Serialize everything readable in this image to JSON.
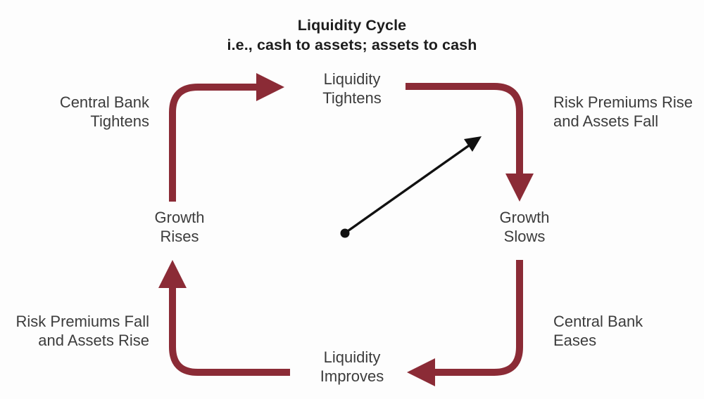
{
  "title": {
    "line1": "Liquidity Cycle",
    "line2": "i.e., cash to assets; assets to cash"
  },
  "colors": {
    "arrow_red": "#8B2B36",
    "text_gray": "#3c3c3c",
    "title_black": "#1d1d1d",
    "diagonal_black": "#111111",
    "background": "#fdfdfd"
  },
  "diagram": {
    "type": "cycle-diagram",
    "nodes": [
      {
        "id": "liquidity-tightens",
        "label": "Liquidity\nTightens",
        "position": "top-center"
      },
      {
        "id": "growth-slows",
        "label": "Growth\nSlows",
        "position": "right-middle"
      },
      {
        "id": "liquidity-improves",
        "label": "Liquidity\nImproves",
        "position": "bottom-center"
      },
      {
        "id": "growth-rises",
        "label": "Growth\nRises",
        "position": "left-middle"
      }
    ],
    "edge_labels": [
      {
        "id": "central-bank-tightens",
        "label": "Central Bank\nTightens",
        "position": "top-left",
        "align": "right"
      },
      {
        "id": "risk-premiums-rise",
        "label": "Risk Premiums Rise\nand Assets Fall",
        "position": "top-right",
        "align": "left"
      },
      {
        "id": "central-bank-eases",
        "label": "Central Bank\nEases",
        "position": "bottom-right",
        "align": "left"
      },
      {
        "id": "risk-premiums-fall",
        "label": "Risk Premiums Fall\nand Assets Rise",
        "position": "bottom-left",
        "align": "right"
      }
    ],
    "arrows": [
      {
        "id": "arrow-growth-rises-to-liquidity-tightens",
        "from": "growth-rises",
        "to": "liquidity-tightens",
        "direction": "right",
        "color": "#8B2B36"
      },
      {
        "id": "arrow-liquidity-tightens-to-growth-slows",
        "from": "liquidity-tightens",
        "to": "growth-slows",
        "direction": "down",
        "color": "#8B2B36"
      },
      {
        "id": "arrow-growth-slows-to-liquidity-improves",
        "from": "growth-slows",
        "to": "liquidity-improves",
        "direction": "left",
        "color": "#8B2B36"
      },
      {
        "id": "arrow-liquidity-improves-to-growth-rises",
        "from": "liquidity-improves",
        "to": "growth-rises",
        "direction": "up",
        "color": "#8B2B36"
      },
      {
        "id": "arrow-diagonal-position-indicator",
        "from": "center",
        "to": "upper-right",
        "direction": "up-right",
        "color": "#111111"
      }
    ]
  }
}
